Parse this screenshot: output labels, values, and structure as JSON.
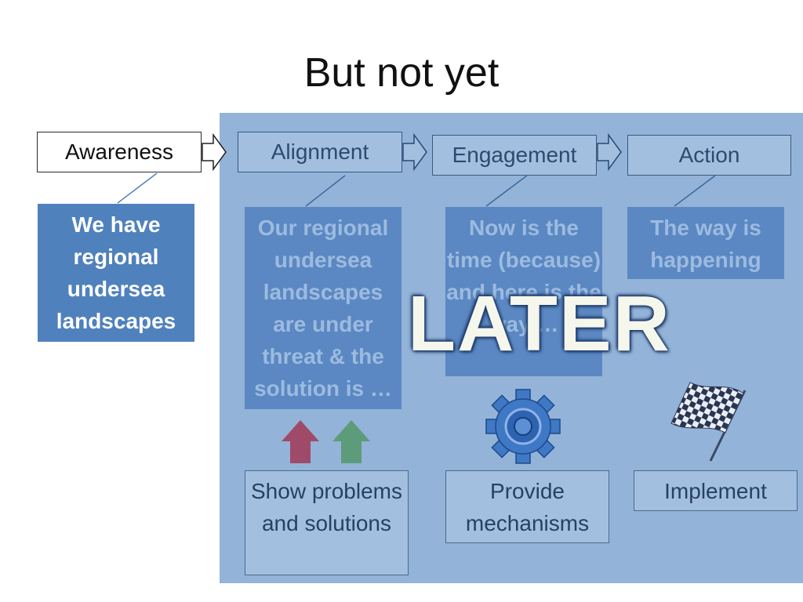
{
  "slide": {
    "title": "But not yet",
    "watermark": "LATER"
  },
  "stages": [
    {
      "label": "Awareness",
      "active": true
    },
    {
      "label": "Alignment",
      "active": false
    },
    {
      "label": "Engagement",
      "active": false
    },
    {
      "label": "Action",
      "active": false
    }
  ],
  "descriptions": {
    "awareness": "We have regional undersea landscapes",
    "alignment": "Our regional undersea landscapes are under threat & the solution is …",
    "engagement": "Now is the time (because) and here is the way …",
    "action": "The way is happening"
  },
  "bottom_boxes": {
    "alignment": "Show problems and solutions",
    "engagement": "Provide mechanisms",
    "action": "Implement"
  },
  "icons": {
    "alignment_arrows": [
      "up-arrow-icon",
      "up-arrow-icon"
    ],
    "engagement": "gear-icon",
    "action": "checkered-flag-icon"
  },
  "colors": {
    "overlay": "#93b3d8",
    "box_blue": "#4f81bd",
    "arrow_red": "#a04a6a",
    "arrow_green": "#5d9c7a"
  }
}
